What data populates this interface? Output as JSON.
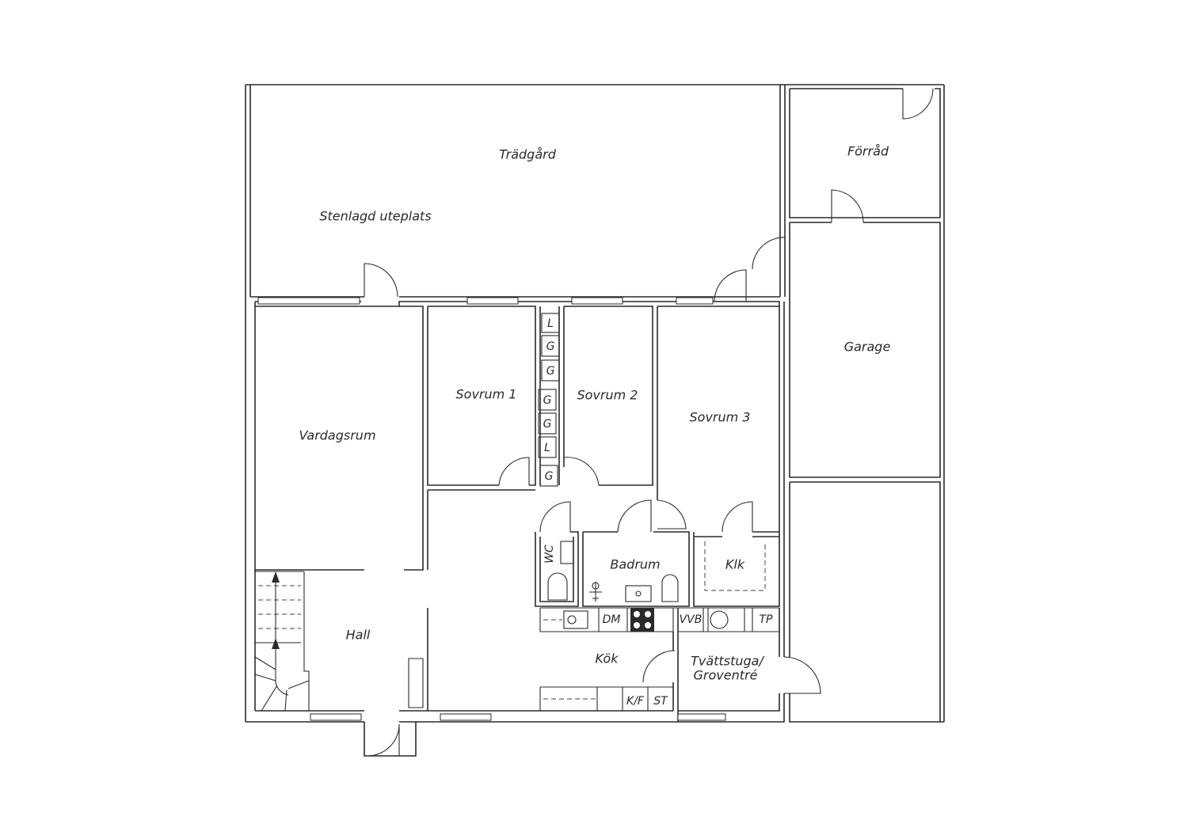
{
  "rooms": {
    "tradgard": "Trädgård",
    "uteplats": "Stenlagd uteplats",
    "forrad": "Förråd",
    "garage": "Garage",
    "vardagsrum": "Vardagsrum",
    "sovrum1": "Sovrum 1",
    "sovrum2": "Sovrum 2",
    "sovrum3": "Sovrum 3",
    "wc": "WC",
    "badrum": "Badrum",
    "klk": "Klk",
    "hall": "Hall",
    "kok": "Kök",
    "tvattstuga_line1": "Tvättstuga/",
    "tvattstuga_line2": "Groventré"
  },
  "closets": [
    "L",
    "G",
    "G",
    "G",
    "G",
    "L",
    "G"
  ],
  "appliances": {
    "dm": "DM",
    "vvb": "VVB",
    "tp": "TP",
    "kf": "K/F",
    "st": "ST"
  }
}
